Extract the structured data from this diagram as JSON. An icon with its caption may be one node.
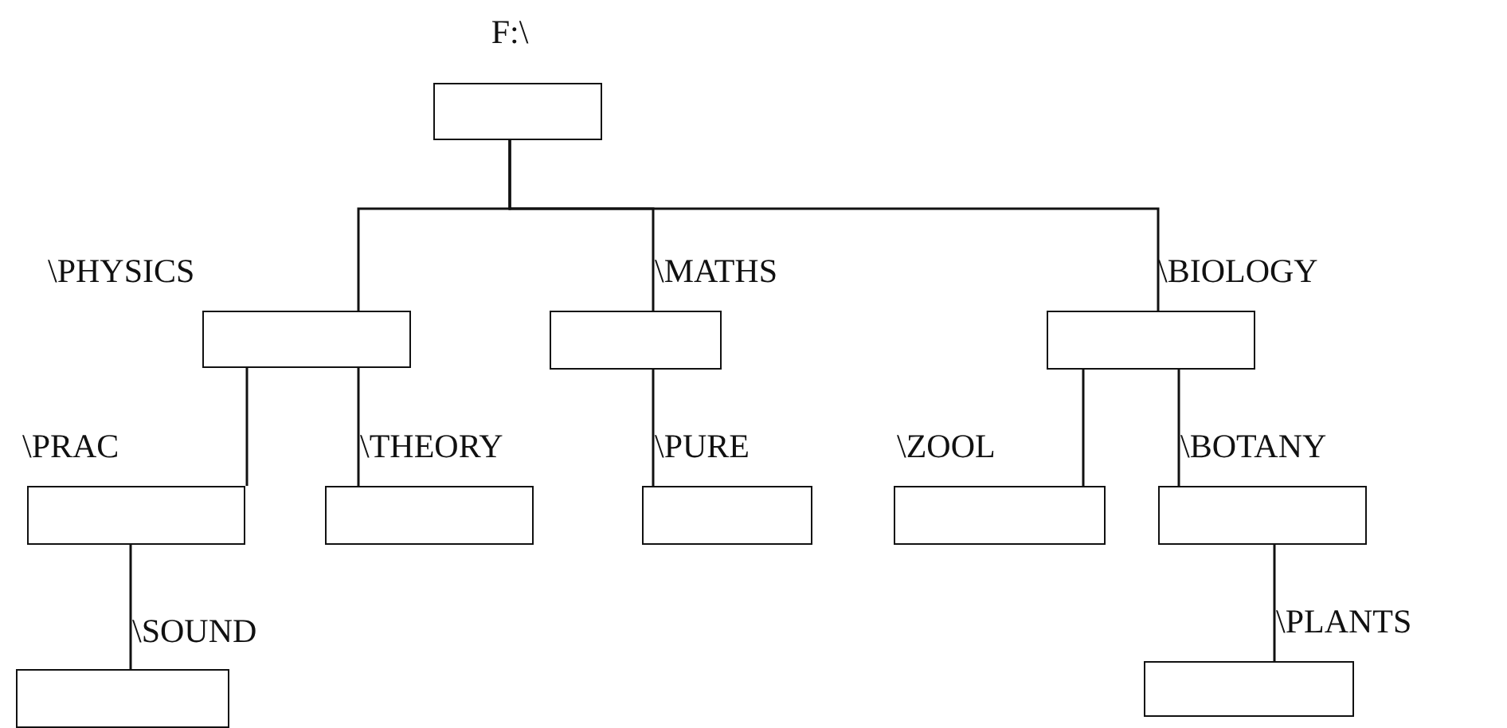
{
  "diagram": {
    "nodes": [
      {
        "text": [
          "F:\\"
        ]
      },
      {
        "text": [
          "\\PHYSICS"
        ]
      },
      {
        "text": [
          "\\MATHS"
        ]
      },
      {
        "text": [
          "\\BIOLOGY"
        ]
      },
      {
        "text": [
          "\\PRAC"
        ]
      },
      {
        "text": [
          "\\THEORY"
        ]
      },
      {
        "text": [
          "\\PURE"
        ]
      },
      {
        "text": [
          "\\ZOOL"
        ]
      },
      {
        "text": [
          "\\BOTANY"
        ]
      },
      {
        "text": [
          "\\SOUND"
        ]
      },
      {
        "text": [
          "\\PLANTS"
        ]
      }
    ],
    "edges": [
      {
        "from": 0,
        "to": 1,
        "arrow": "none"
      },
      {
        "from": 0,
        "to": 2,
        "arrow": "none"
      },
      {
        "from": 0,
        "to": 3,
        "arrow": "none"
      },
      {
        "from": 1,
        "to": 4,
        "arrow": "none"
      },
      {
        "from": 1,
        "to": 5,
        "arrow": "none"
      },
      {
        "from": 2,
        "to": 6,
        "arrow": "none"
      },
      {
        "from": 3,
        "to": 7,
        "arrow": "none"
      },
      {
        "from": 3,
        "to": 8,
        "arrow": "none"
      },
      {
        "from": 4,
        "to": 9,
        "arrow": "none"
      },
      {
        "from": 8,
        "to": 10,
        "arrow": "none"
      }
    ]
  }
}
